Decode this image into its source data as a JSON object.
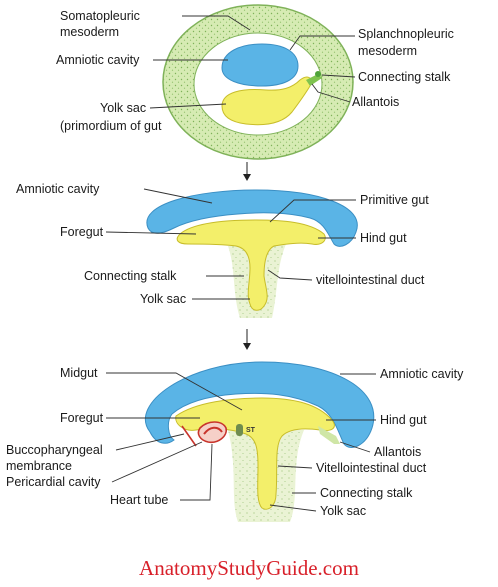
{
  "figure1": {
    "somatopleuric": "Somatopleuric",
    "mesoderm": "mesoderm",
    "amniotic_cavity": "Amniotic cavity",
    "yolk_sac": "Yolk sac",
    "primordium": "(primordium of gut",
    "splanchnopleuric": "Splanchnopleuric",
    "splanch_mesoderm": "mesoderm",
    "connecting_stalk": "Connecting stalk",
    "allantois": "Allantois"
  },
  "figure2": {
    "amniotic_cavity": "Amniotic cavity",
    "foregut": "Foregut",
    "connecting_stalk": "Connecting stalk",
    "yolk_sac": "Yolk sac",
    "primitive_gut": "Primitive gut",
    "hind_gut": "Hind gut",
    "vitellointestinal_duct": "vitellointestinal duct"
  },
  "figure3": {
    "midgut": "Midgut",
    "foregut": "Foregut",
    "buccopharyngeal": "Buccopharyngeal",
    "membrance": "membrance",
    "pericardial_cavity": "Pericardial cavity",
    "heart_tube": "Heart tube",
    "st_marker": "ST",
    "amniotic_cavity": "Amniotic cavity",
    "hind_gut": "Hind gut",
    "allantois": "Allantois",
    "vitellointestinal_duct": "Vitellointestinal duct",
    "connecting_stalk": "Connecting stalk",
    "yolk_sac": "Yolk sac"
  },
  "watermark": "AnatomyStudyGuide.com",
  "colors": {
    "amnion_blue": "#5ab4e6",
    "yolk_yellow": "#f3ef6a",
    "mesoderm_green": "#cfe6a6",
    "stalk_green": "#e3efc4",
    "pericardium_red": "#c8342c",
    "watermark_red": "#d8202a"
  }
}
